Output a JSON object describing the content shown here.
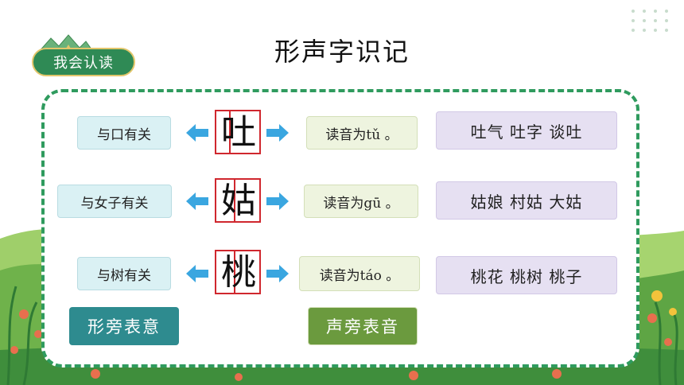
{
  "badge": {
    "label": "我会认读"
  },
  "title": "形声字识记",
  "rows": [
    {
      "meaning": "与口有关",
      "char": "吐",
      "sound": "读音为tǔ 。",
      "words": "吐气  吐字  谈吐"
    },
    {
      "meaning": "与女子有关",
      "char": "姑",
      "sound": "读音为gū 。",
      "words": "姑娘  村姑  大姑"
    },
    {
      "meaning": "与树有关",
      "char": "桃",
      "sound": "读音为táo 。",
      "words": "桃花  桃树  桃子"
    }
  ],
  "tags": {
    "form": "形旁表意",
    "sound": "声旁表音"
  },
  "colors": {
    "accent_green": "#2f9b5e",
    "frame_red": "#d0272e",
    "arrow_blue": "#3aa6e0",
    "tag_teal": "#2e8b8f",
    "tag_olive": "#6b9a3e"
  }
}
